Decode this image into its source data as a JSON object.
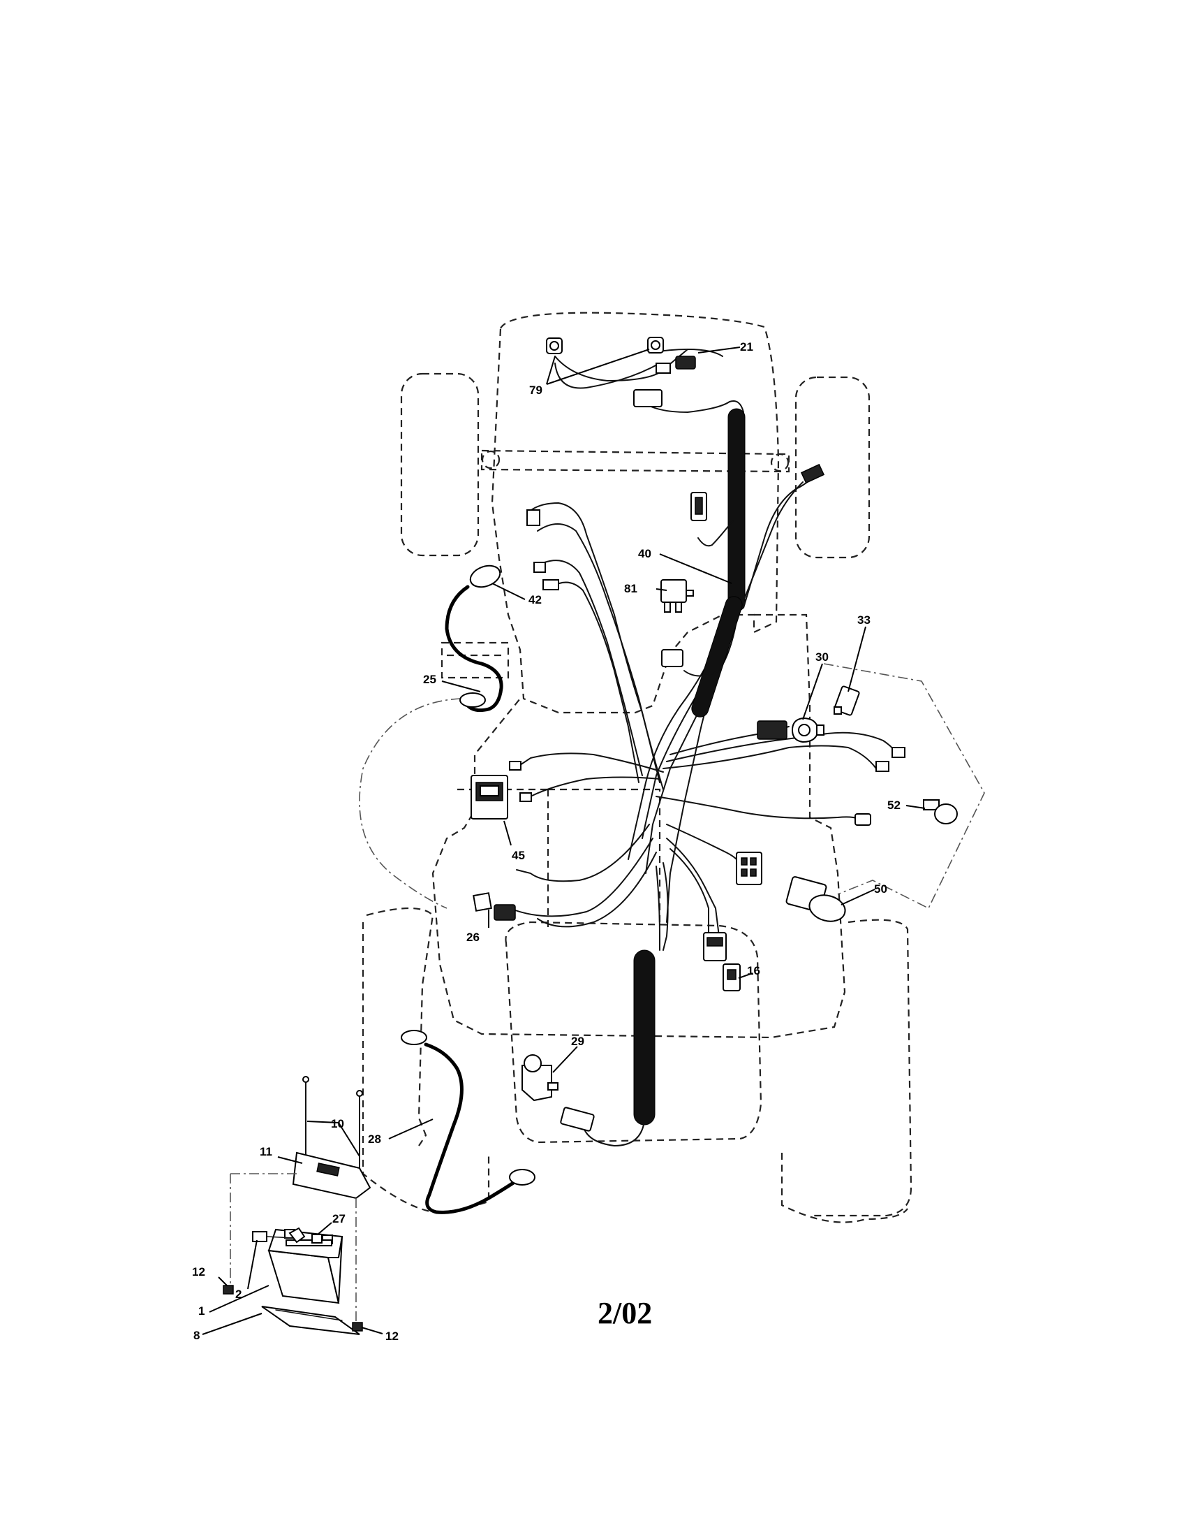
{
  "callouts": {
    "c79": "79",
    "c21": "21",
    "c40": "40",
    "c81": "81",
    "c42": "42",
    "c25": "25",
    "c33": "33",
    "c30": "30",
    "c52": "52",
    "c45": "45",
    "c50": "50",
    "c26": "26",
    "c16": "16",
    "c29": "29",
    "c10": "10",
    "c11": "11",
    "c28": "28",
    "c27": "27",
    "c12a": "12",
    "c2": "2",
    "c1": "1",
    "c8": "8",
    "c12b": "12"
  },
  "date_code": "2/02"
}
